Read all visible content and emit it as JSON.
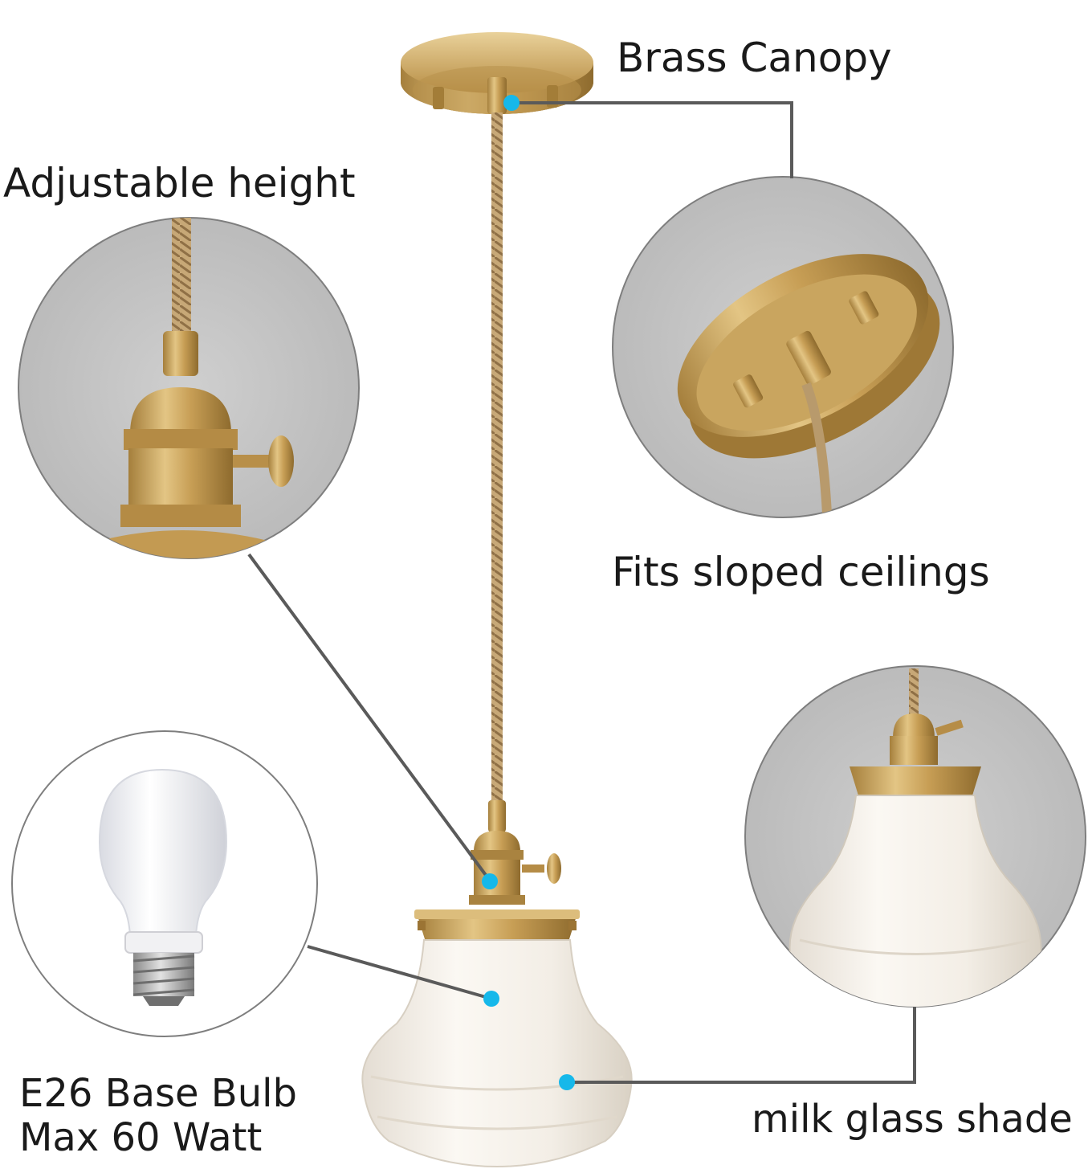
{
  "labels": {
    "brass_canopy": "Brass Canopy",
    "adjustable_height": "Adjustable height",
    "sloped_ceilings": "Fits sloped ceilings",
    "bulb_line1": "E26 Base Bulb",
    "bulb_line2": "Max 60 Watt",
    "milk_glass": "milk glass shade"
  },
  "colors": {
    "brass": "#c9a35e",
    "brass_dark": "#8c6a2c",
    "circle_fill": "#c5c5c5",
    "callout_dot": "#16b8ea",
    "callout_line": "#5a5a5a",
    "milk_glass": "#f6f2ec"
  },
  "icons": [
    "pendant-light",
    "brass-canopy",
    "lamp-socket",
    "led-bulb",
    "milk-glass-shade"
  ]
}
